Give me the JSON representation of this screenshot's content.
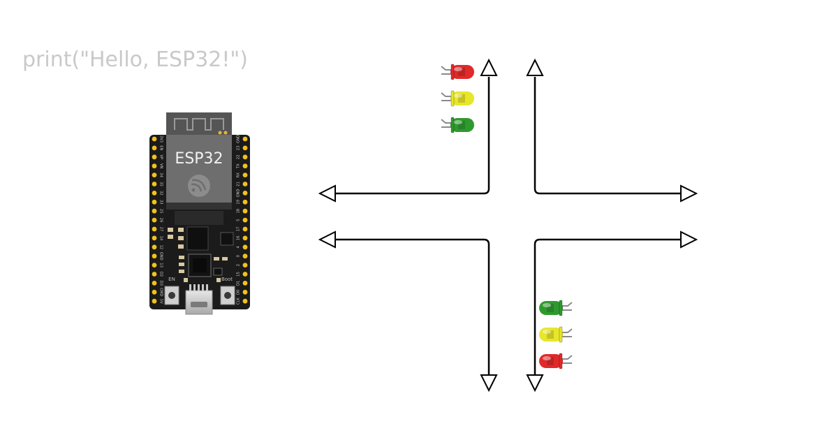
{
  "code": {
    "text": "print(\"Hello, ESP32!\")"
  },
  "board": {
    "chip_label": "ESP32",
    "en_label": "EN",
    "boot_label": "Boot",
    "left_pins": [
      "3V3",
      "EN",
      "VP",
      "VN",
      "34",
      "35",
      "32",
      "33",
      "25",
      "26",
      "27",
      "14",
      "12",
      "GND",
      "13",
      "D2",
      "D3",
      "CMD",
      "5V"
    ],
    "right_pins": [
      "GND",
      "23",
      "22",
      "TX",
      "RX",
      "21",
      "GND",
      "19",
      "18",
      "5",
      "17",
      "16",
      "4",
      "0",
      "2",
      "15",
      "D1",
      "D0",
      "CLK"
    ],
    "icon": "espressif-logo-icon"
  },
  "traffic_lights": {
    "north": [
      "red",
      "yellow",
      "green"
    ],
    "south": [
      "green",
      "yellow",
      "red"
    ]
  },
  "colors": {
    "red": "#e02a2a",
    "yellow": "#e8e62a",
    "green": "#2e9a2e",
    "board": "#1b1b1b",
    "pin": "#f2c21b",
    "road": "#000000"
  }
}
